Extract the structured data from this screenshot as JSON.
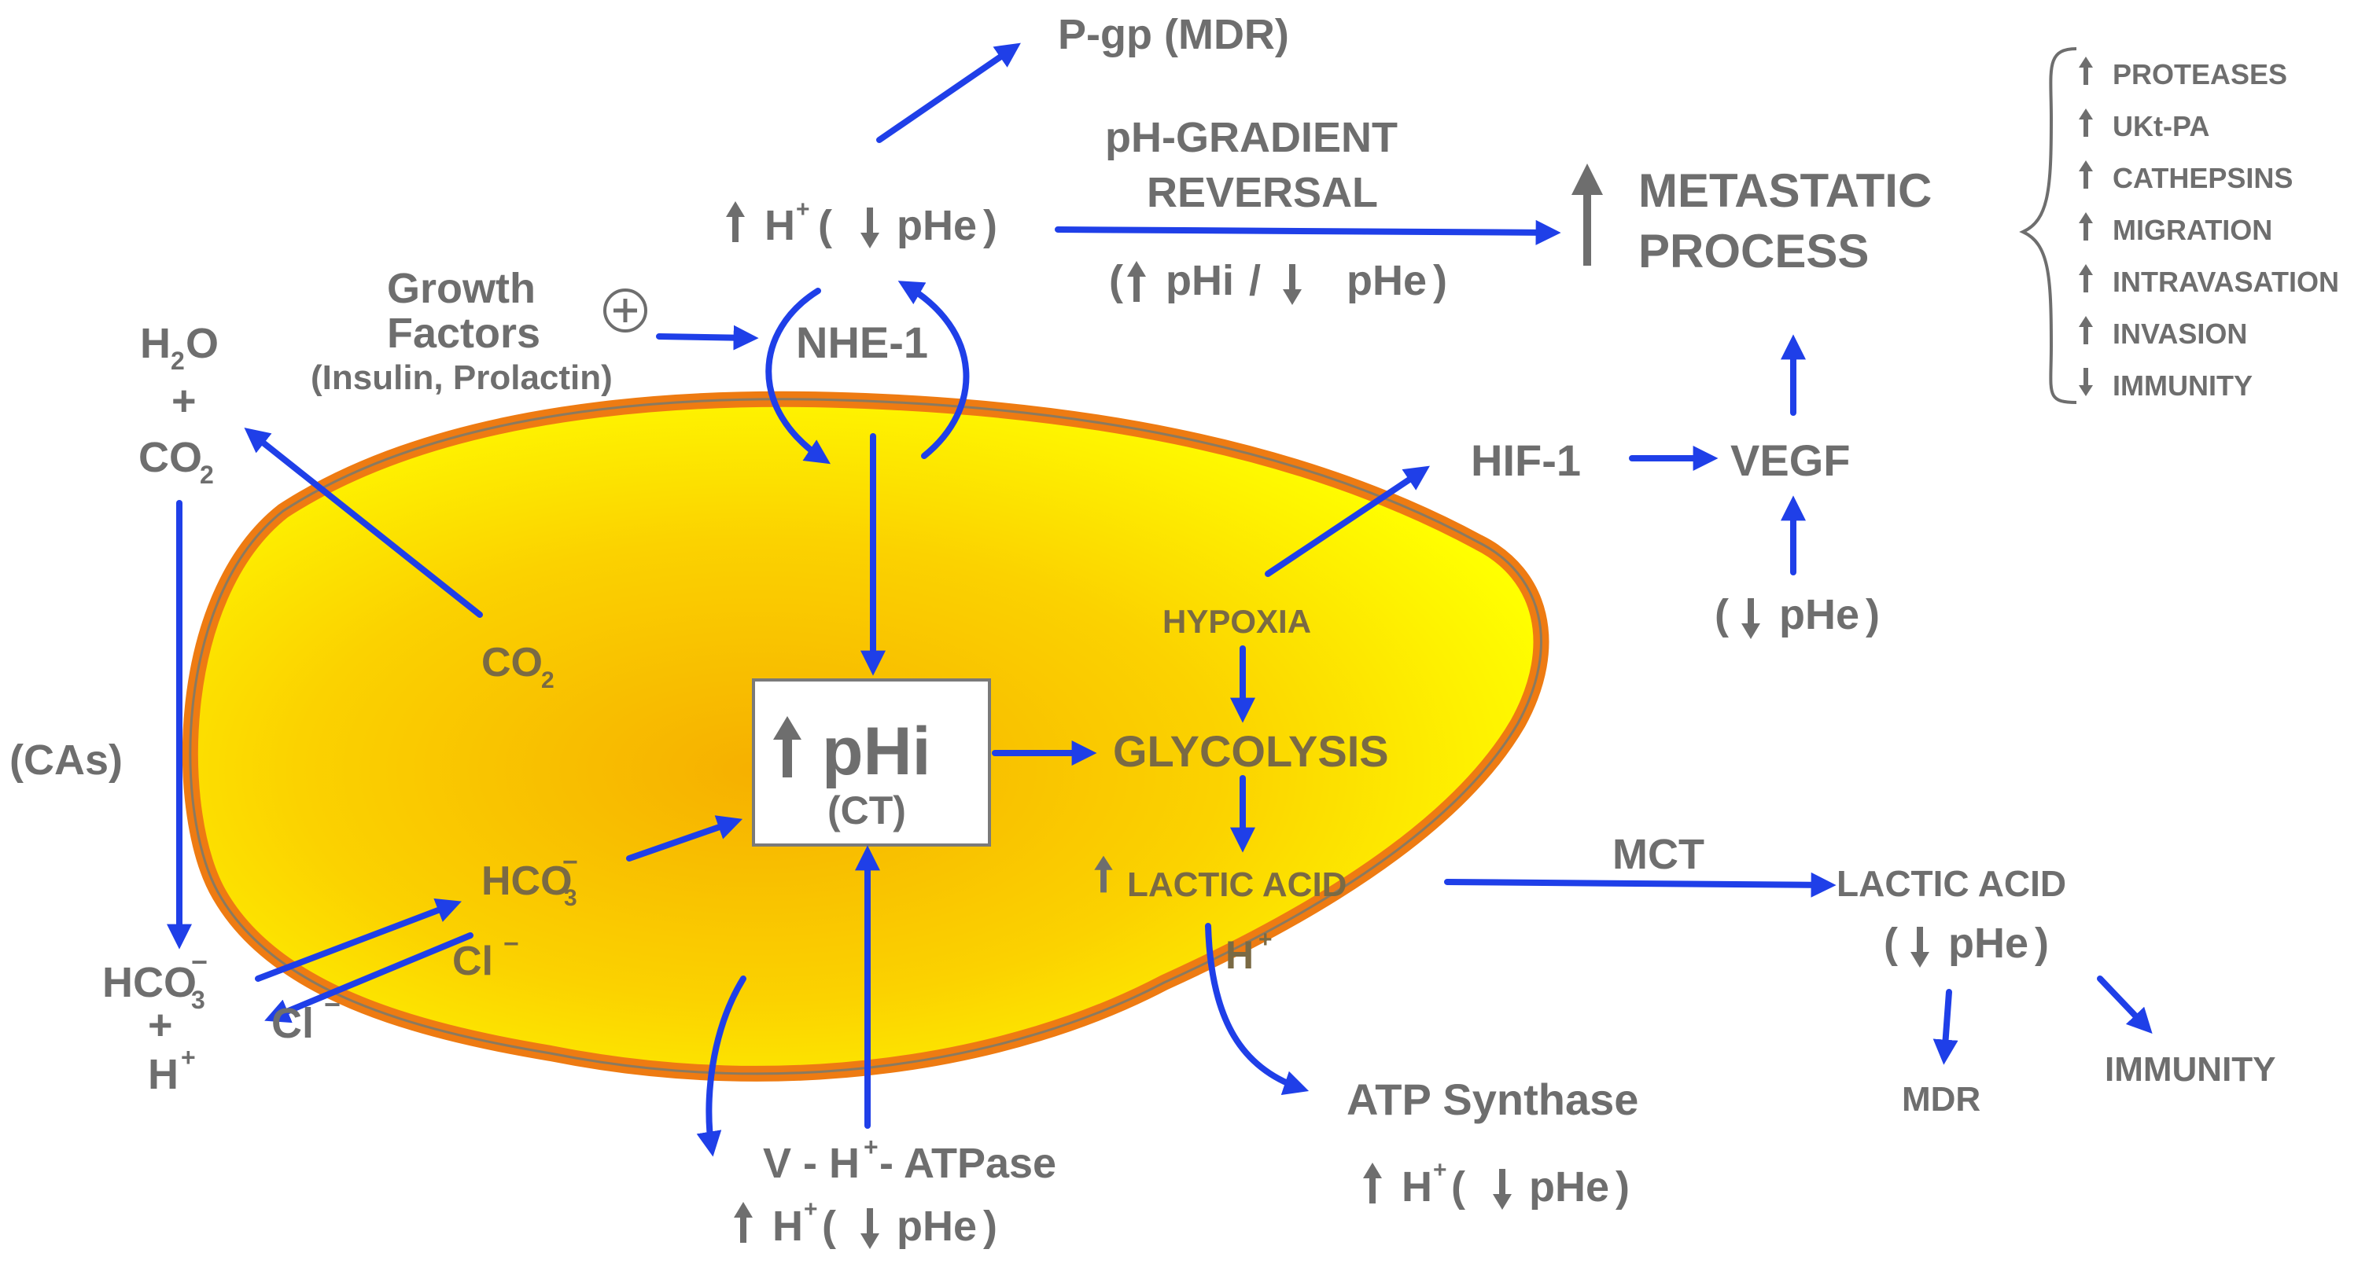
{
  "labels": {
    "pgp": "P-gp (MDR)",
    "h_top": "H",
    "sup_plus": "+",
    "phe": "pHe",
    "ph_gradient_1": "pH-GRADIENT",
    "ph_gradient_2": "REVERSAL",
    "phi": "pHi",
    "slash": "/",
    "metastatic_1": "METASTATIC",
    "metastatic_2": "PROCESS",
    "proteases": "PROTEASES",
    "uktpa": "UKt-PA",
    "cathepsins": "CATHEPSINS",
    "migration": "MIGRATION",
    "intravasation": "INTRAVASATION",
    "invasion": "INVASION",
    "immunity": "IMMUNITY",
    "growth_1": "Growth",
    "growth_2": "Factors",
    "growth_3": "(Insulin, Prolactin)",
    "plus": "+",
    "nhe1": "NHE-1",
    "h2o_h": "H",
    "h2o_sub": "2",
    "h2o_o": "O",
    "co2_co": "CO",
    "co2_sub": "2",
    "hif1": "HIF-1",
    "vegf": "VEGF",
    "hypoxia": "HYPOXIA",
    "cas": "(CAs)",
    "center_phi": "pHi",
    "center_ct": "(CT)",
    "glycolysis": "GLYCOLYSIS",
    "hco_hco": "HCO",
    "hco_sub": "3",
    "sup_minus": "−",
    "lactic_acid_in": "LACTIC ACID",
    "mct": "MCT",
    "lactic_acid_out": "LACTIC ACID",
    "cl": "Cl",
    "h_plus": "H",
    "mdr": "MDR",
    "immunity_out": "IMMUNITY",
    "atp_synthase": "ATP Synthase",
    "v_atpase_1": "V - H",
    "v_atpase_2": "- ATPase",
    "paren_open": "(",
    "paren_close": ")"
  },
  "colors": {
    "arrow": "#1f3fe8",
    "text": "#6e6e6e",
    "cell_border": "#ee7b12",
    "cell_inner": "#f6b400",
    "cell_outer": "#ffff00"
  },
  "icons": {
    "up": "up-arrow-icon",
    "down": "down-arrow-icon",
    "plus": "circled-plus-icon"
  }
}
